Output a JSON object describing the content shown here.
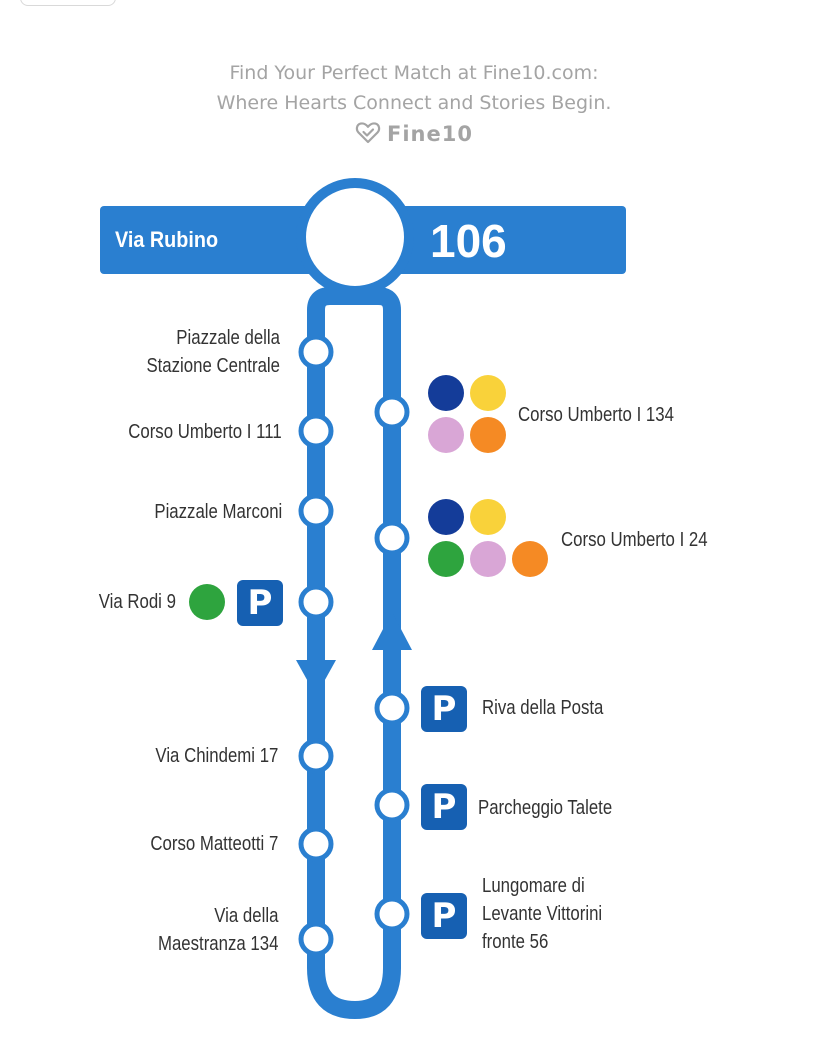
{
  "ad": {
    "line1": "Find Your Perfect Match at Fine10.com:",
    "line2": "Where Hearts Connect and Stories Begin.",
    "brand": "Fine10"
  },
  "route": {
    "name": "Via Rubino",
    "number": "106",
    "color": "#2a7fd0"
  },
  "stops_left": [
    "Piazzale della\nStazione Centrale",
    "Corso Umberto I 111",
    "Piazzale Marconi",
    "Via Rodi 9",
    "Via Chindemi 17",
    "Corso Matteotti 7",
    "Via della\nMaestranza 134"
  ],
  "stops_right": [
    "Corso Umberto I 134",
    "Corso Umberto I 24",
    "Riva della Posta",
    "Parcheggio Talete",
    "Lungomare di\nLevante Vittorini\nfronte 56"
  ],
  "parking": {
    "symbol": "P",
    "color": "#1660b2"
  },
  "line_colors": {
    "navy": "#143c99",
    "yellow": "#f9d23a",
    "pink": "#d9a6d6",
    "orange": "#f58a24",
    "green": "#2ea43e"
  }
}
